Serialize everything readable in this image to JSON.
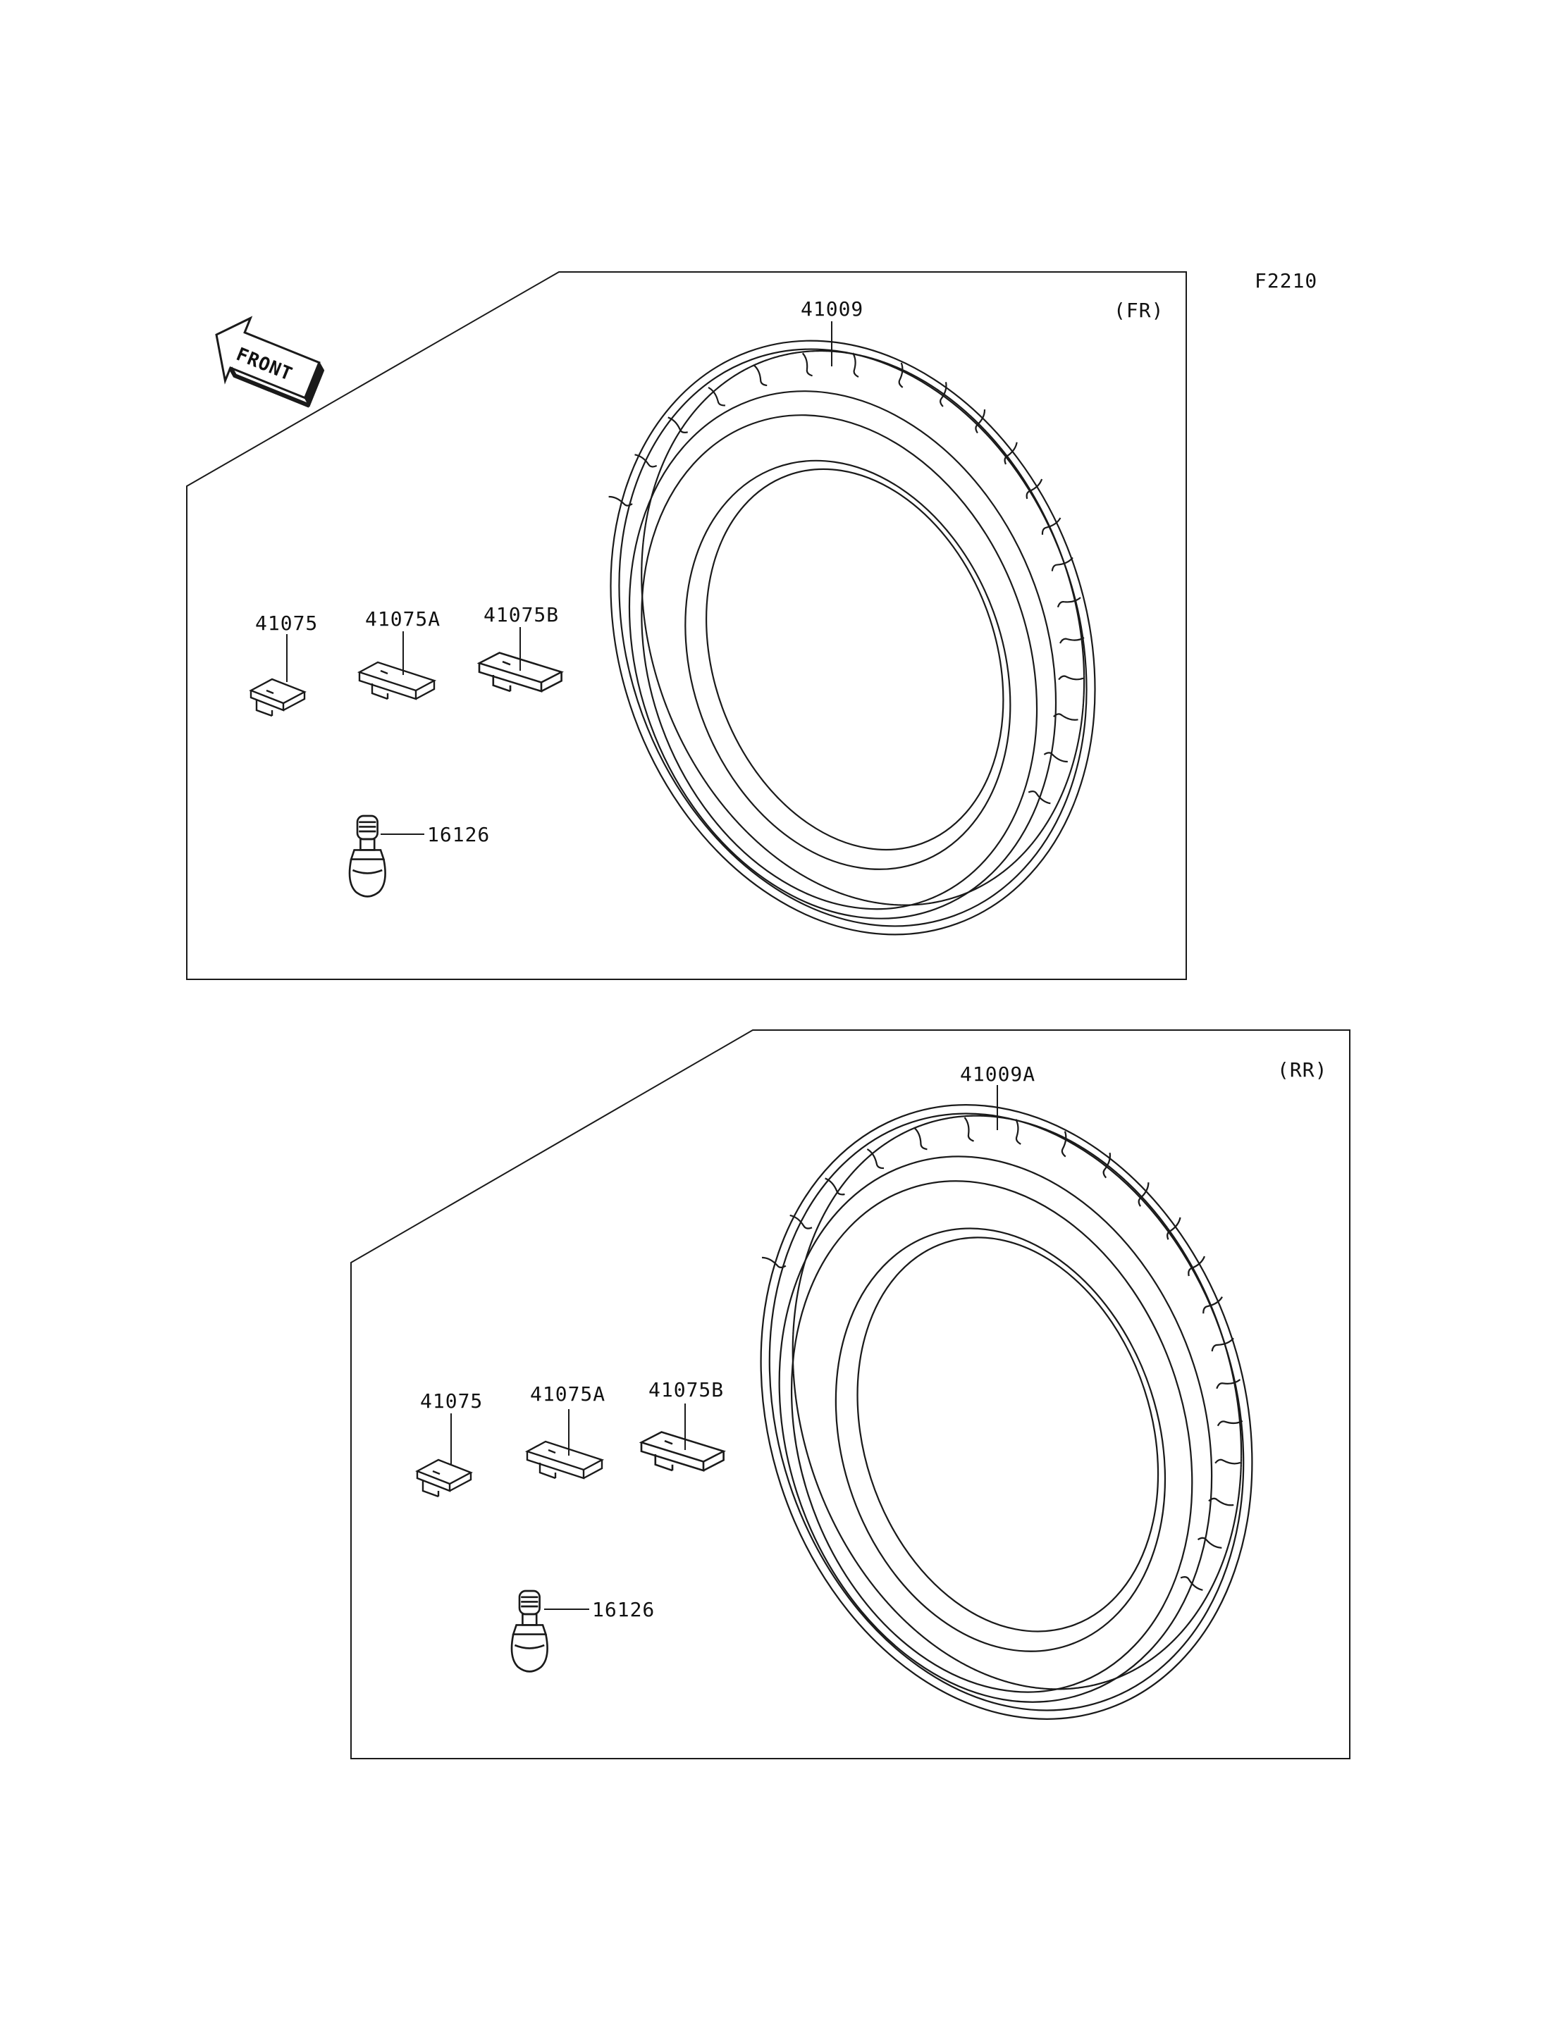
{
  "figure_code": "F2210",
  "front_arrow_text": "FRONT",
  "front_panel": {
    "position_tag": "(FR)",
    "tire_part": "41009",
    "weight_parts": [
      "41075",
      "41075A",
      "41075B"
    ],
    "valve_part": "16126"
  },
  "rear_panel": {
    "position_tag": "(RR)",
    "tire_part": "41009A",
    "weight_parts": [
      "41075",
      "41075A",
      "41075B"
    ],
    "valve_part": "16126"
  }
}
